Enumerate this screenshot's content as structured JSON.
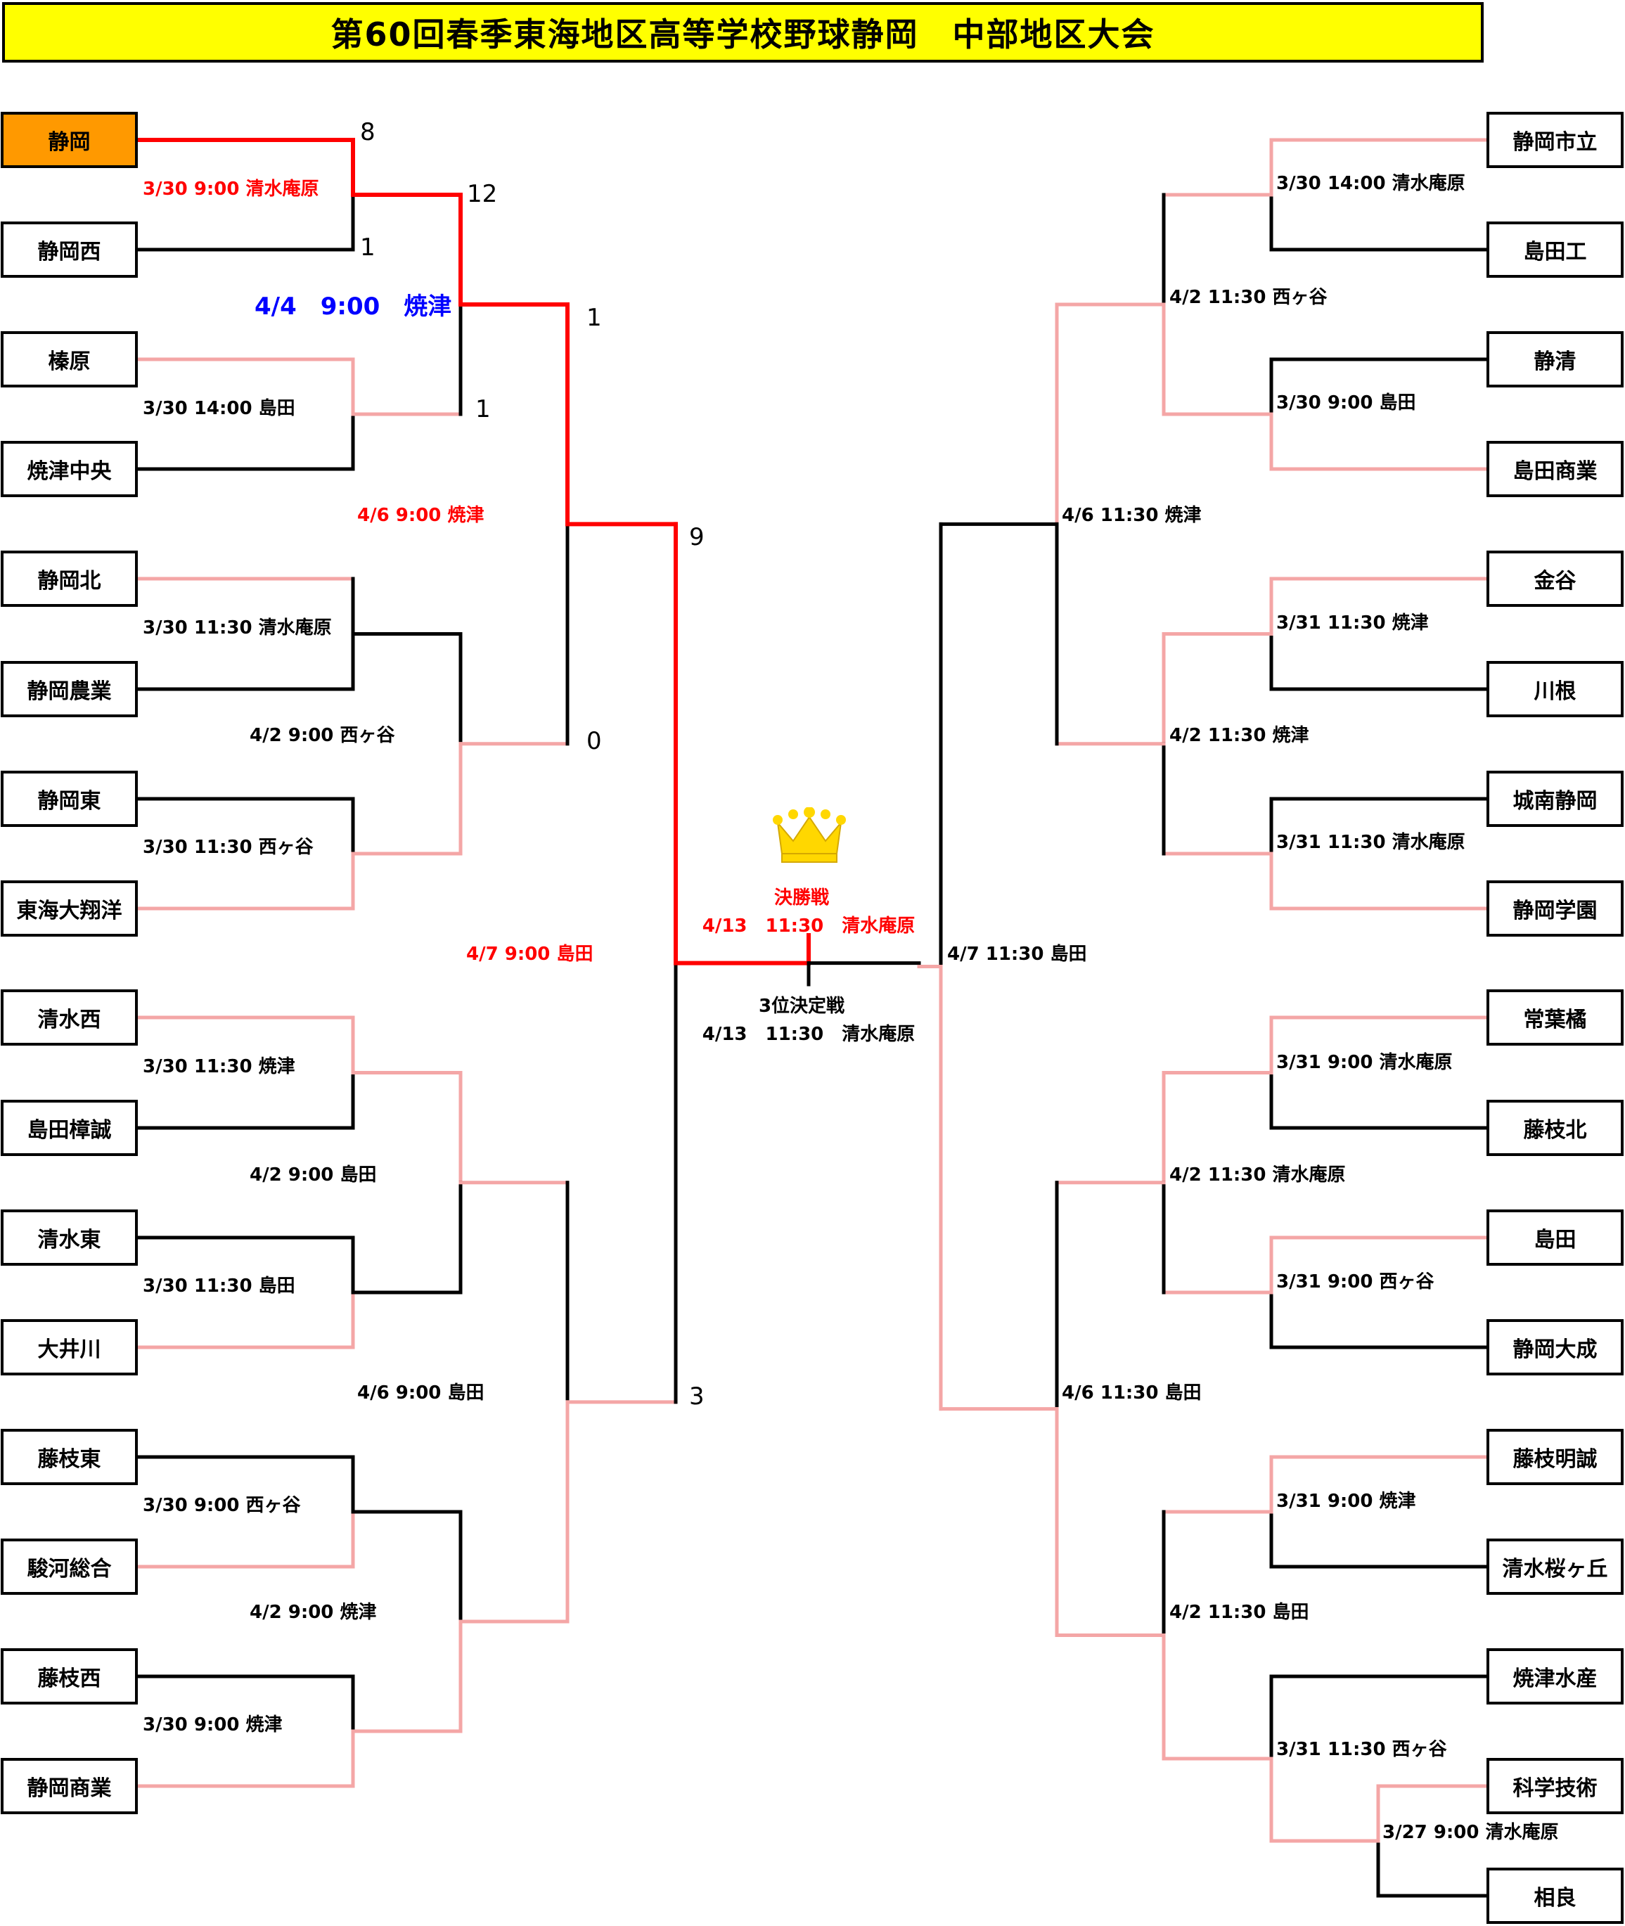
{
  "title": "第60回春季東海地区高等学校野球静岡　中部地区大会",
  "colors": {
    "winner_line": "#ff0000",
    "played_line": "#f4a6a6",
    "pending_line": "#000000",
    "champion_bg": "#ff9900",
    "title_bg": "#ffff00"
  },
  "left_teams": [
    "静岡",
    "静岡西",
    "榛原",
    "焼津中央",
    "静岡北",
    "静岡農業",
    "静岡東",
    "東海大翔洋",
    "清水西",
    "島田樟誠",
    "清水東",
    "大井川",
    "藤枝東",
    "駿河総合",
    "藤枝西",
    "静岡商業"
  ],
  "right_teams": [
    "静岡市立",
    "島田工",
    "静清",
    "島田商業",
    "金谷",
    "川根",
    "城南静岡",
    "静岡学園",
    "常葉橘",
    "藤枝北",
    "島田",
    "静岡大成",
    "藤枝明誠",
    "清水桜ヶ丘",
    "焼津水産",
    "科学技術",
    "相良"
  ],
  "left_r1_labels": [
    "3/30 9:00 清水庵原",
    "3/30 14:00 島田",
    "3/30 11:30 清水庵原",
    "3/30 11:30 西ヶ谷",
    "3/30 11:30 焼津",
    "3/30 11:30 島田",
    "3/30 9:00 西ヶ谷",
    "3/30 9:00 焼津"
  ],
  "left_r2_labels": [
    "4/4　9:00　焼津",
    "4/2 9:00 西ヶ谷",
    "4/2 9:00 島田",
    "4/2 9:00 焼津"
  ],
  "left_r3_labels": [
    "4/6 9:00 焼津",
    "4/6 9:00 島田"
  ],
  "left_sf_label": "4/7 9:00 島田",
  "right_r1_labels": [
    "3/30 14:00 清水庵原",
    "3/30 9:00 島田",
    "3/31 11:30 焼津",
    "3/31 11:30 清水庵原",
    "3/31 9:00 清水庵原",
    "3/31 9:00 西ヶ谷",
    "3/31 9:00 焼津",
    "3/31 11:30 西ヶ谷"
  ],
  "right_r0_label": "3/27 9:00 清水庵原",
  "right_r2_labels": [
    "4/2 11:30 西ヶ谷",
    "4/2 11:30 焼津",
    "4/2 11:30 清水庵原",
    "4/2 11:30 島田"
  ],
  "right_r3_labels": [
    "4/6 11:30 焼津",
    "4/6 11:30 島田"
  ],
  "right_sf_label": "4/7 11:30 島田",
  "final": {
    "title": "決勝戦",
    "label": "4/13　11:30　清水庵原"
  },
  "third_place": {
    "title": "3位決定戦",
    "label": "4/13　11:30　清水庵原"
  },
  "scores": {
    "r1_top": "8",
    "r1_bottom": "1",
    "r2_top": "12",
    "r2_bottom": "1",
    "r3_top": "1",
    "r3_bottom": "0",
    "sf_top": "9",
    "sf_bottom": "3"
  }
}
